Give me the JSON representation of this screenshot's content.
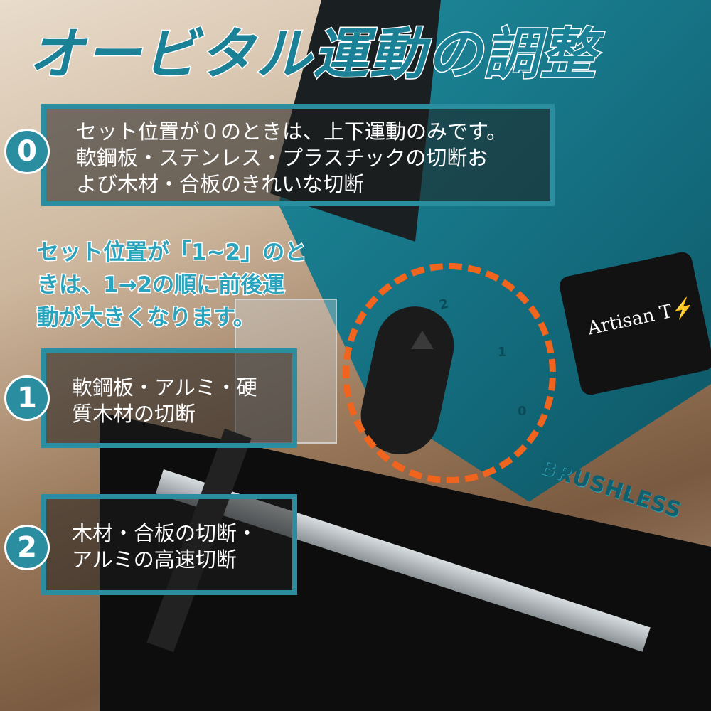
{
  "title": "オービタル運動の調整",
  "product": {
    "logo_text": "Artisan T",
    "embossed_text": "BRUSHLESS",
    "dial_positions": [
      "2",
      "1",
      "0"
    ]
  },
  "settings": [
    {
      "badge": "0",
      "text": "セット位置が０のときは、上下運動のみです。\n軟鋼板・ステンレス・プラスチックの切断お\nよび木材・合板のきれいな切断"
    },
    {
      "badge": "1",
      "text": "軟鋼板・アルミ・硬\n質木材の切断"
    },
    {
      "badge": "2",
      "text": "木材・合板の切断・\nアルミの高速切断"
    }
  ],
  "note": "セット位置が「1~2」のと\nきは、1→2の順に前後運\n動が大きくなります。",
  "colors": {
    "accent": "#2b8da0",
    "highlight": "#f0641e",
    "tool_body": "#1f8ea0"
  }
}
